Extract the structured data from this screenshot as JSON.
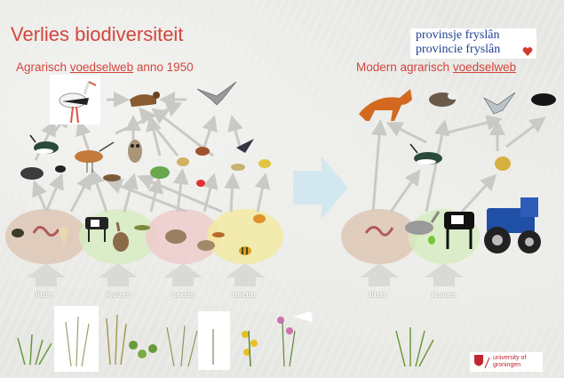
{
  "slide": {
    "title": "Verlies biodiversiteit",
    "left_heading": {
      "prefix": "Agrarisch ",
      "underlined": "voedselweb",
      "suffix": " anno 1950"
    },
    "right_heading": {
      "prefix": "Modern agrarisch ",
      "underlined": "voedselweb"
    },
    "logo": {
      "line1": "provinsje fryslân",
      "line2": "provincie fryslân"
    },
    "university": {
      "line1": "university of",
      "line2": "groningen"
    },
    "resources_left": [
      "litter",
      "leaves",
      "seeds",
      "nectar"
    ],
    "resources_right": [
      "litter",
      "leaves"
    ],
    "colors": {
      "accent": "#d2463c",
      "logo_blue": "#1f3f8f",
      "arrow": "#c9c9c6",
      "big_arrow": "#cfe7ee"
    },
    "resource_colors": {
      "litter": "#dcc2ad",
      "leaves": "#d6ecbf",
      "seeds": "#eec9c9",
      "nectar": "#f2ea9e"
    },
    "icons": [
      "stork-icon",
      "weasel-icon",
      "harrier-icon",
      "lapwing-icon",
      "godwit-icon",
      "owl-icon",
      "frog-icon",
      "mole-icon",
      "beetle-icon",
      "tractor-icon",
      "cow-icon",
      "goose-icon",
      "fox-icon",
      "badger-icon",
      "crow-icon",
      "worm-icon",
      "hare-icon",
      "bee-icon",
      "plant-icon"
    ]
  }
}
